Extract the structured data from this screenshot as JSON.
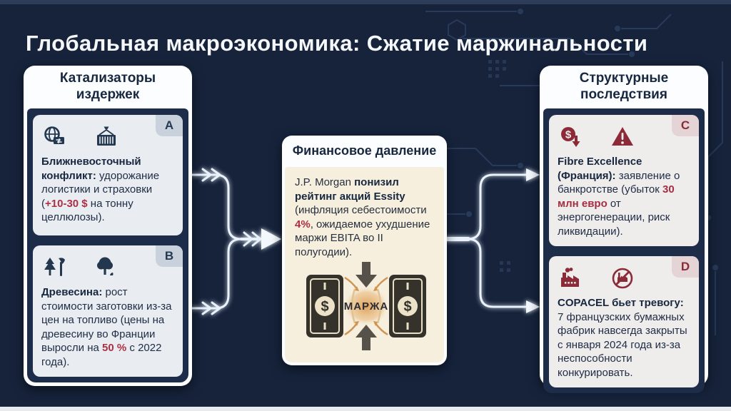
{
  "title": "Глобальная макроэкономика: Сжатие маржинальности",
  "colors": {
    "background_navy": "#16233b",
    "panel_inner_navy": "#1d2c49",
    "accent_red": "#ac2f44",
    "maroon": "#8c2b38",
    "cream": "#f6efdd",
    "arrow_white": "#eaf2fb"
  },
  "left_panel": {
    "header": "Катализаторы издержек",
    "cards": [
      {
        "badge": "A",
        "icons": [
          "globe-exchange-icon",
          "shipping-container-icon"
        ],
        "lead": "Ближневосточный конфликт:",
        "seg1": " удорожание логистики и страховки (",
        "highlight": "+10-30 $",
        "seg2": " на тонну целлюлозы)."
      },
      {
        "badge": "B",
        "icons": [
          "pine-axe-icon",
          "tree-icon"
        ],
        "lead": "Древесина:",
        "seg1": " рост стоимости заготовки из-за цен на топливо (цены на древесину во Франции выросли на ",
        "highlight": "50 %",
        "seg2": " с 2022 года)."
      }
    ]
  },
  "center_panel": {
    "header": "Финансовое давление",
    "seg1": "J.P. Morgan ",
    "bold": "понизил рейтинг акций Essity",
    "seg2": " (инфляция себестоимости ",
    "highlight": "4%",
    "seg3": ", ожидаемое ухудшение маржи EBITA во II полугодии).",
    "margin_label": "МАРЖА"
  },
  "right_panel": {
    "header": "Структурные последствия",
    "cards": [
      {
        "badge": "C",
        "icons": [
          "coin-dollar-down-icon",
          "warning-triangle-icon"
        ],
        "lead": "Fibre Excellence (Франция):",
        "seg1": " заявление о банкротстве (убыток ",
        "highlight": "30 млн евро",
        "seg2": " от энергогенерации, риск ликвидации)."
      },
      {
        "badge": "D",
        "icons": [
          "factory-icon",
          "no-factory-icon"
        ],
        "lead": "COPACEL бьет тревогу:",
        "seg1": " 7 французских бумажных фабрик навсегда закрыты с января 2024 года из-за неспособности конкурировать.",
        "highlight": "",
        "seg2": ""
      }
    ]
  }
}
